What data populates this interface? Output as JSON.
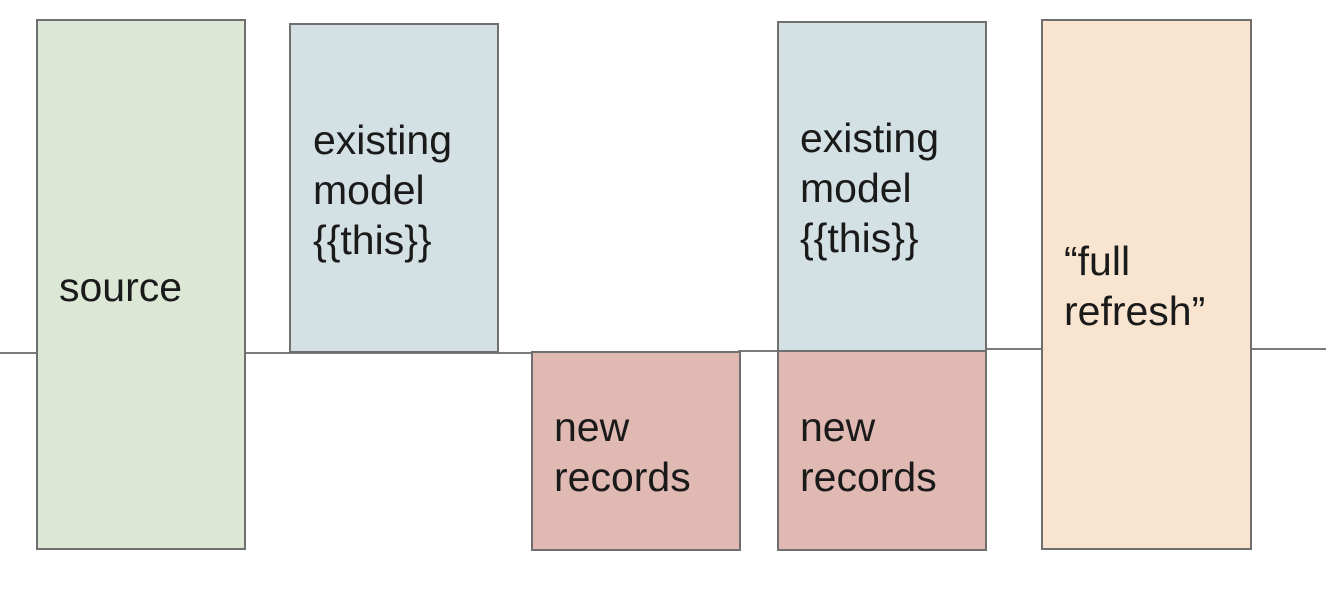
{
  "colors": {
    "source": "#dce8d5",
    "existing_model": "#d3e0e4",
    "new_records": "#e0b9b2",
    "full_refresh": "#f8e4cf",
    "line": "#7a7a7a",
    "border": "#6f6f6f"
  },
  "diagram": {
    "source": {
      "label": "source"
    },
    "existing_model_1": {
      "label": "existing\nmodel\n{{this}}"
    },
    "new_records_1": {
      "label": "new\nrecords"
    },
    "existing_model_2": {
      "label": "existing\nmodel\n{{this}}"
    },
    "new_records_2": {
      "label": "new\nrecords"
    },
    "full_refresh": {
      "label": "“full\nrefresh”"
    }
  }
}
